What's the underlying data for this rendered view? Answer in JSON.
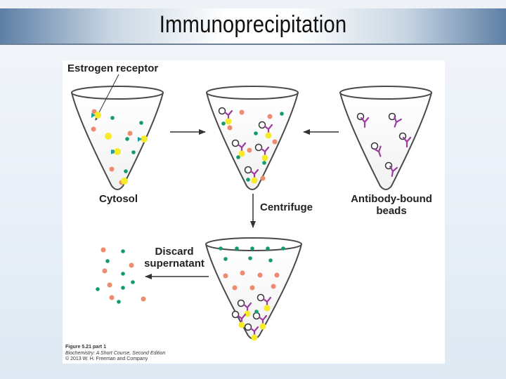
{
  "slide": {
    "title": "Immunoprecipitation"
  },
  "figure": {
    "labels": {
      "estrogen_receptor": "Estrogen receptor",
      "cytosol": "Cytosol",
      "centrifuge": "Centrifuge",
      "antibody_beads_line1": "Antibody-bound",
      "antibody_beads_line2": "beads",
      "discard_line1": "Discard",
      "discard_line2": "supernatant"
    },
    "credit": {
      "line1": "Figure 5.21 part 1",
      "line2": "Biochemistry: A Short Course, Second Edition",
      "line3": "© 2013 W. H. Freeman and Company"
    },
    "colors": {
      "salmon": "#ee8a6e",
      "green": "#129b6b",
      "yellow": "#f6ea2b",
      "teal": "#1b9ea8",
      "antibody": "#9b3e9f",
      "cone_stroke": "#4a4a4a"
    }
  }
}
